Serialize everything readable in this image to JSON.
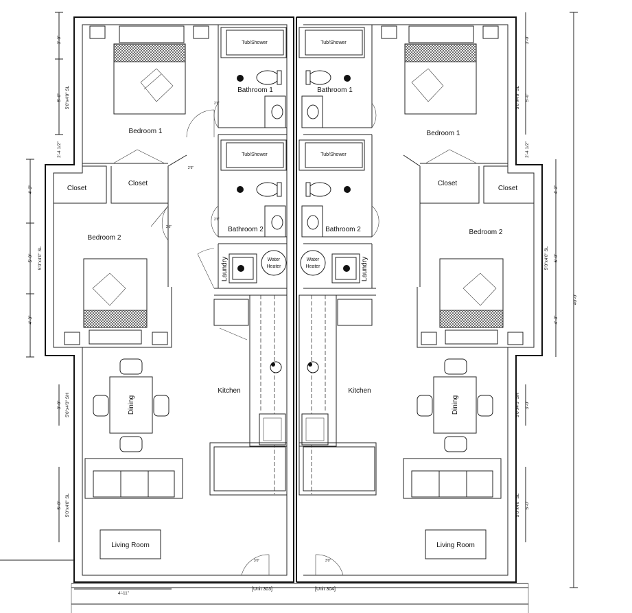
{
  "plan": {
    "rooms": {
      "bedroom_1": "Bedroom 1",
      "bedroom_2": "Bedroom 2",
      "closet": "Closet",
      "bathroom_1": "Bathroom 1",
      "bathroom_2": "Bathroom 2",
      "tub_shower": "Tub/Shower",
      "laundry": "Laundry",
      "water_heater_1": "Water",
      "water_heater_2": "Heater",
      "kitchen": "Kitchen",
      "dining": "Dining",
      "living_room": "Living Room"
    },
    "units": {
      "left": "[Unit 303]",
      "right": "[Unit 304]"
    },
    "dimensions": {
      "d_3_0": "3'-0\"",
      "d_5_0": "5'-0\"",
      "d_2_4": "2'-4 1/2\"",
      "d_4_3": "4'-3\"",
      "d_40_0": "40'-0\"",
      "d_4_11": "4'-11\"",
      "door_2_6": "2'6\"",
      "door_3_0": "3'0\"",
      "win_sl": "5'0\"x4'0\" SL",
      "win_sh": "5'0\"x4'0\" SH"
    }
  }
}
